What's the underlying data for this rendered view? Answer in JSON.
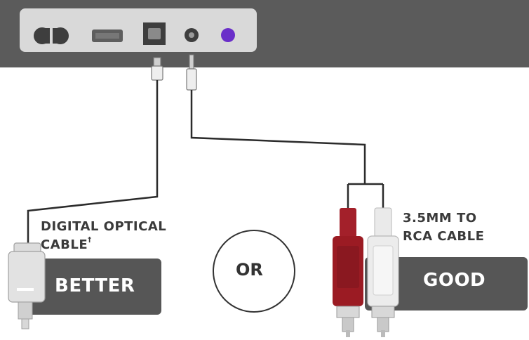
{
  "labels": {
    "optical_line1": "DIGITAL OPTICAL",
    "optical_line2": "CABLE",
    "optical_mark": "†",
    "rca_line1": "3.5MM TO",
    "rca_line2": "RCA CABLE",
    "or": "OR",
    "better": "BETTER",
    "good": "GOOD"
  },
  "colors": {
    "device": "#5b5b5b",
    "panel": "#d9d9d9",
    "port_dark": "#3e3e3e",
    "port_purple": "#6a2fc9",
    "badge": "#565656",
    "rca_red": "#9b1b23",
    "rca_white": "#ececec",
    "wire": "#2b2b2b"
  }
}
